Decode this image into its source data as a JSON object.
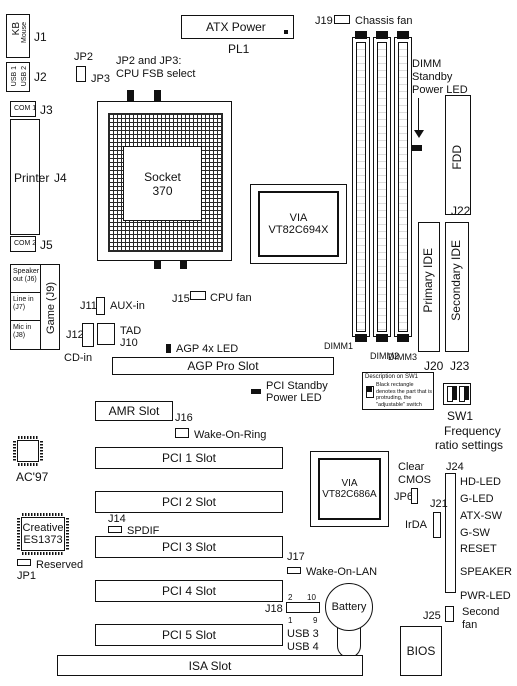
{
  "labels": {
    "kb": "KB",
    "mouse": "Mouse",
    "j1": "J1",
    "usb1": "USB 1",
    "usb2": "USB 2",
    "j2": "J2",
    "jp2": "JP2",
    "jp3": "JP3",
    "jp2jp3_line1": "JP2 and JP3:",
    "jp2jp3_line2": "CPU FSB select",
    "atx_power": "ATX Power",
    "pl1": "PL1",
    "j19": "J19",
    "chassis_fan": "Chassis fan",
    "dimm_led_1": "DIMM",
    "dimm_led_2": "Standby",
    "dimm_led_3": "Power LED",
    "com1": "COM 1",
    "j3": "J3",
    "printer": "Printer",
    "j4": "J4",
    "com2": "COM 2",
    "j5": "J5",
    "socket_1": "Socket",
    "socket_2": "370",
    "via1_1": "VIA",
    "via1_2": "VT82C694X",
    "fdd": "FDD",
    "j22": "J22",
    "speaker_out": "Speaker out (J6)",
    "line_in": "Line in (J7)",
    "mic_in": "Mic in (J8)",
    "game": "Game (J9)",
    "j11": "J11",
    "aux_in": "AUX-in",
    "j15": "J15",
    "cpu_fan": "CPU fan",
    "j12": "J12",
    "cd_in": "CD-in",
    "tad": "TAD",
    "j10": "J10",
    "agp_led": "AGP 4x LED",
    "agp_slot": "AGP Pro Slot",
    "dimm1": "DIMM1",
    "dimm2": "DIMM2",
    "dimm3": "DIMM3",
    "primary_ide": "Primary IDE",
    "secondary_ide": "Secondary IDE",
    "j20": "J20",
    "j23": "J23",
    "pci_led_1": "PCI Standby",
    "pci_led_2": "Power LED",
    "sw1_desc_1": "Description on SW1",
    "sw1_desc_2": "Black rectangle denotes the part that is protruding, the \"adjustable\" switch",
    "sw1": "SW1",
    "freq_1": "Frequency",
    "freq_2": "ratio settings",
    "amr_slot": "AMR Slot",
    "j16": "J16",
    "wor": "Wake-On-Ring",
    "ac97": "AC'97",
    "pci1": "PCI 1 Slot",
    "pci2": "PCI 2 Slot",
    "pci3": "PCI 3 Slot",
    "pci4": "PCI 4 Slot",
    "pci5": "PCI 5 Slot",
    "via2_1": "VIA",
    "via2_2": "VT82C686A",
    "clear_1": "Clear",
    "clear_2": "CMOS",
    "jp6": "JP6",
    "j24": "J24",
    "hd_led": "HD-LED",
    "g_led": "G-LED",
    "atx_sw": "ATX-SW",
    "g_sw": "G-SW",
    "reset": "RESET",
    "j21": "J21",
    "irda": "IrDA",
    "creative_1": "Creative",
    "creative_2": "ES1373",
    "j14": "J14",
    "spdif": "SPDIF",
    "jp1": "JP1",
    "reserved": "Reserved",
    "speaker": "SPEAKER",
    "j17": "J17",
    "wol": "Wake-On-LAN",
    "j18": "J18",
    "pin2": "2",
    "pin10": "10",
    "pin1": "1",
    "pin9": "9",
    "usb3": "USB 3",
    "usb4": "USB 4",
    "battery": "Battery",
    "pwr_led": "PWR-LED",
    "j25": "J25",
    "second_fan_1": "Second",
    "second_fan_2": "fan",
    "bios": "BIOS",
    "isa_slot": "ISA Slot"
  }
}
